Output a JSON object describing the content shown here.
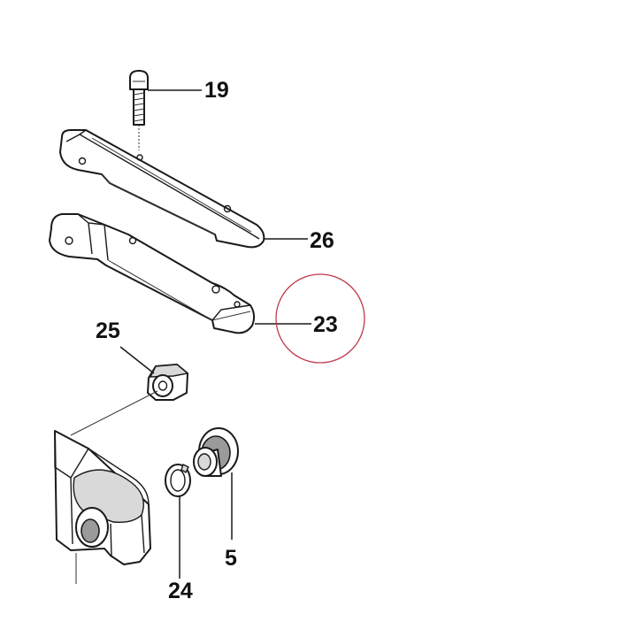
{
  "callouts": {
    "p19": "19",
    "p26": "26",
    "p23": "23",
    "p25": "25",
    "p5": "5",
    "p24": "24"
  },
  "highlight": {
    "target": "23",
    "color": "#c0394b"
  }
}
